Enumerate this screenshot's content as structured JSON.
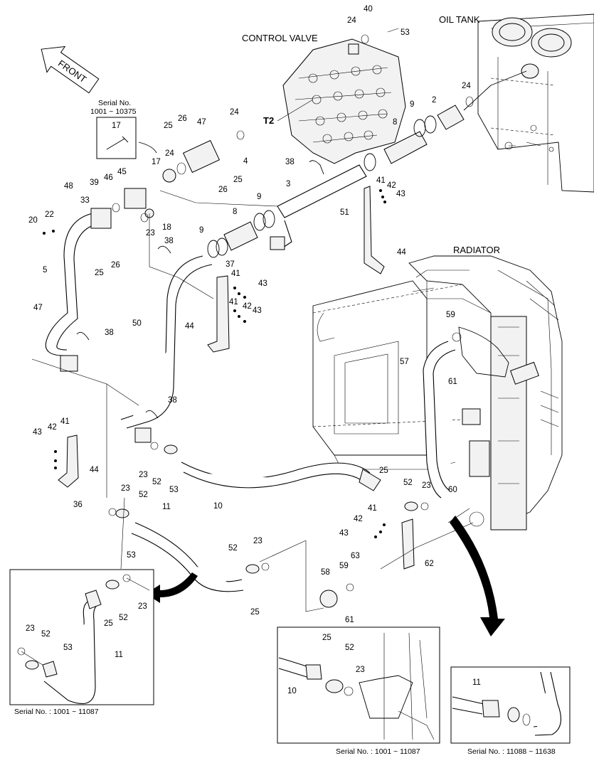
{
  "titles": {
    "control_valve": "CONTROL VALVE",
    "oil_tank": "OIL TANK",
    "radiator": "RADIATOR",
    "front": "FRONT",
    "t2": "T2"
  },
  "serial_notes": {
    "top_left_label": "Serial No.",
    "top_left_range": "1001 ~ 10375",
    "bottom_left": "Serial No. : 1001 ~ 11087",
    "bottom_middle": "Serial No. : 1001 ~ 11087",
    "bottom_right": "Serial No. : 11088 ~ 11638"
  },
  "callouts": [
    "40",
    "24",
    "53",
    "24",
    "2",
    "9",
    "8",
    "38",
    "41",
    "42",
    "43",
    "51",
    "44",
    "17",
    "26",
    "25",
    "47",
    "24",
    "4",
    "25",
    "26",
    "24",
    "17",
    "45",
    "46",
    "39",
    "48",
    "33",
    "22",
    "20",
    "23",
    "18",
    "9",
    "8",
    "3",
    "9",
    "38",
    "5",
    "25",
    "26",
    "37",
    "41",
    "43",
    "41",
    "42",
    "43",
    "50",
    "44",
    "47",
    "38",
    "38",
    "43",
    "42",
    "41",
    "44",
    "36",
    "23",
    "52",
    "53",
    "10",
    "23",
    "52",
    "11",
    "53",
    "52",
    "23",
    "25",
    "25",
    "52",
    "23",
    "60",
    "41",
    "42",
    "43",
    "63",
    "62",
    "58",
    "59",
    "61",
    "57",
    "59",
    "61",
    "23",
    "25",
    "52",
    "23",
    "52",
    "53",
    "11",
    "25",
    "52",
    "23",
    "10",
    "11"
  ]
}
